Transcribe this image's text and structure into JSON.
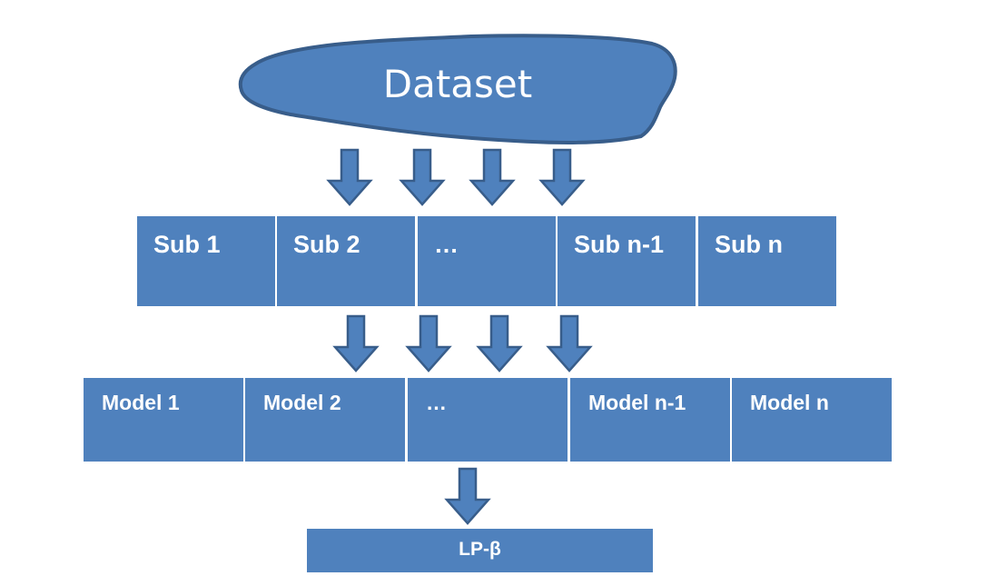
{
  "colors": {
    "fill": "#4f81bd",
    "stroke": "#385d8a",
    "text": "#ffffff",
    "background": "#ffffff"
  },
  "dataset": {
    "label": "Dataset"
  },
  "subsets": [
    {
      "label": "Sub 1"
    },
    {
      "label": "Sub 2"
    },
    {
      "label": "…"
    },
    {
      "label": "Sub n-1"
    },
    {
      "label": "Sub n"
    }
  ],
  "models": [
    {
      "label": "Model 1"
    },
    {
      "label": "Model 2"
    },
    {
      "label": "…"
    },
    {
      "label": "Model n-1"
    },
    {
      "label": "Model n"
    }
  ],
  "output": {
    "label": "LP-β"
  }
}
